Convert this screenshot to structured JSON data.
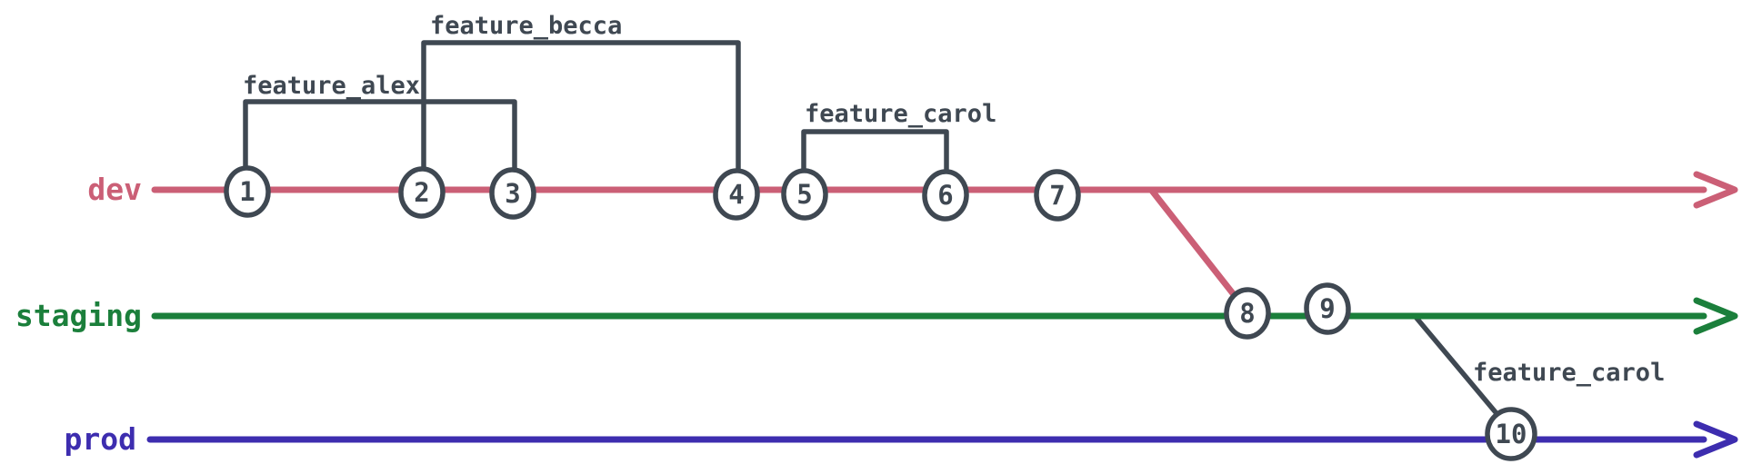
{
  "colors": {
    "dev": "#cb5f76",
    "staging": "#1b7f3b",
    "prod": "#3d2daf",
    "ink": "#3f4852",
    "nodefill": "#ffffff"
  },
  "branches": [
    {
      "name": "dev",
      "commits": [
        "1",
        "2",
        "3",
        "4",
        "5",
        "6",
        "7"
      ]
    },
    {
      "name": "staging",
      "commits": [
        "8",
        "9"
      ]
    },
    {
      "name": "prod",
      "commits": [
        "10"
      ]
    }
  ],
  "features": [
    {
      "label": "feature_alex",
      "spans_commits": [
        "1",
        "3"
      ],
      "shape": "bracket-above-dev"
    },
    {
      "label": "feature_becca",
      "spans_commits": [
        "2",
        "4"
      ],
      "shape": "bracket-above-dev"
    },
    {
      "label": "feature_carol",
      "spans_commits": [
        "5",
        "6"
      ],
      "shape": "bracket-above-dev"
    },
    {
      "label": "feature_carol",
      "spans_commits": [
        "9",
        "10"
      ],
      "shape": "diagonal-staging-to-prod"
    }
  ],
  "merges": [
    {
      "from": "dev",
      "to": "staging",
      "at_commit": "8"
    },
    {
      "from": "staging",
      "to": "prod",
      "at_commit": "10"
    }
  ]
}
